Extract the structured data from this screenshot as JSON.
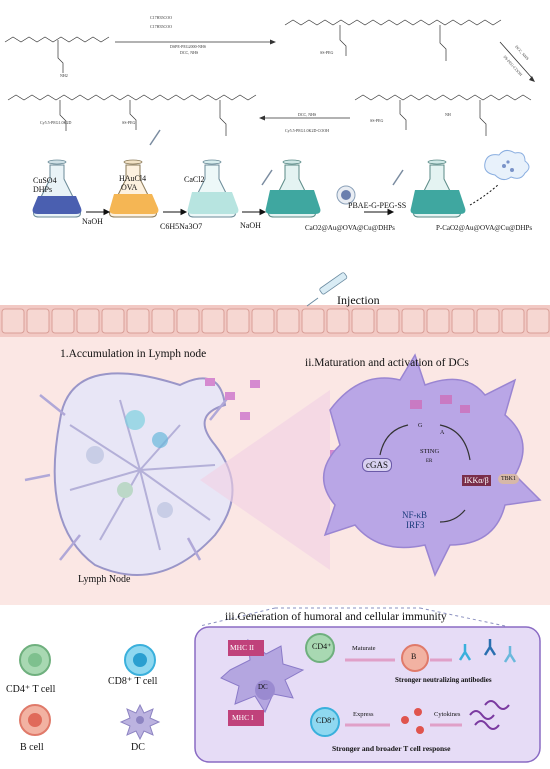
{
  "synthesis": {
    "reagent_1": "DSPE-PEG2000-NHS",
    "reagent_2": "DCC, NHS",
    "reagent_3": "DCC, NHS",
    "reagent_4": "SS-PEG-COOH",
    "reagent_5": "DCC, NHS",
    "reagent_6": "Cy5.5-PEG1.0K2D-COOH",
    "chain_label_left": "Cy5.5-PEG1.0K2D",
    "chain_label_ss_1": "SS-PEG",
    "chain_label_ss_2": "SS-PEG",
    "chain_label_ss_3": "SS-PEG",
    "lipid_label_1": "C17H35COO",
    "lipid_label_2": "C17H35COO",
    "amine_label": "NH2",
    "nh_label": "NH"
  },
  "prep": {
    "flask1_label_1": "CuSO4",
    "flask1_label_2": "DHPs",
    "flask2_label_1": "HAuCl4",
    "flask2_label_2": "OVA",
    "step1_reagent": "NaOH",
    "step2_reagent": "C6H5Na3O7",
    "flask3_label": "CaCl2",
    "step3_reagent": "NaOH",
    "step4_reagent": "PBAE-G-PEG-SS",
    "product_1": "CaO2@Au@OVA@Cu@DHPs",
    "product_2": "P-CaO2@Au@OVA@Cu@DHPs"
  },
  "mechanism": {
    "injection": "Injection",
    "step1": "1.Accumulation in Lymph node",
    "step2": "ii.Maturation and activation of DCs",
    "step3": "iii.Generation of humoral and cellular immunity",
    "lymph_node": "Lymph Node",
    "cgas": "cGAS",
    "sting": "STING",
    "er": "ER",
    "g": "G",
    "a": "A",
    "ikk": "IKKα/β",
    "tbk": "TBK1",
    "nfkb": "NF-κB",
    "irf3": "IRF3"
  },
  "legend": {
    "cd4": "CD4⁺ T cell",
    "cd8": "CD8⁺ T cell",
    "bcell": "B cell",
    "dc": "DC"
  },
  "immunity": {
    "mhc2": "MHC II",
    "mhc1": "MHC I",
    "dc": "DC",
    "cd4": "CD4⁺",
    "cd8": "CD8⁺",
    "b": "B",
    "maturate": "Maturate",
    "express": "Express",
    "cytokines": "Cytokines",
    "antibodies": "Stronger neutralizing antibodies",
    "tcell": "Stronger and broader T cell response"
  },
  "colors": {
    "skin": "#f2c9c4",
    "pink_bg": "#fbe7e4",
    "dc_purple": "#b9a6e6",
    "panel": "#e6dcf6",
    "mhc": "#c0427b"
  }
}
